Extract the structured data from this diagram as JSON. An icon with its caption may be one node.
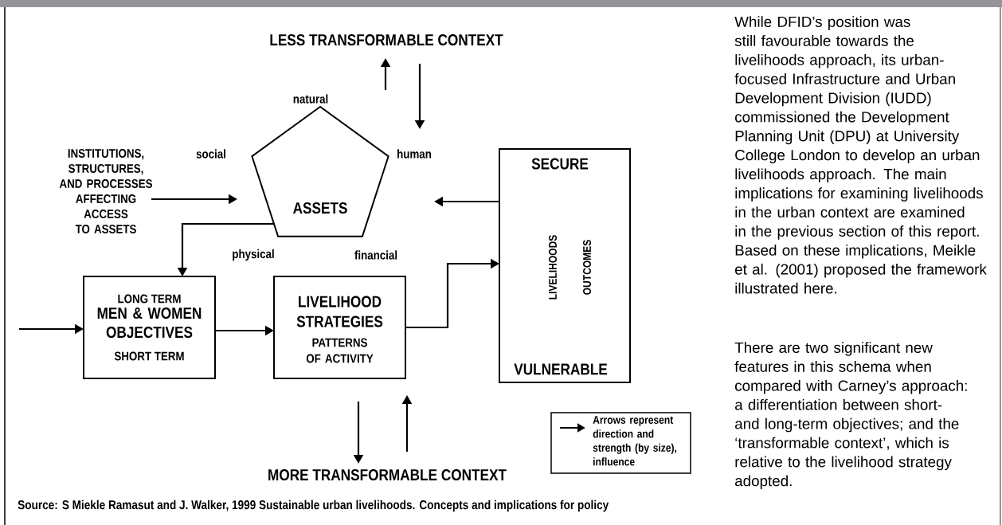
{
  "diagram": {
    "caption": "Source: S Miekle Ramasut and J. Walker, 1999 Sustainable urban livelihoods. Concepts and implications for policy",
    "nodes": [
      {
        "text": [
          "LESS TRANSFORMABLE CONTEXT"
        ]
      },
      {
        "text": [
          "ASSETS"
        ],
        "beside": [
          "natural",
          "social",
          "human",
          "physical",
          "financial"
        ]
      },
      {
        "text": [
          "INSTITUTIONS, STRUCTURES, AND PROCESSES AFFECTING ACCESS TO ASSETS"
        ]
      },
      {
        "text": [
          "LONG TERM",
          "MEN & WOMEN OBJECTIVES",
          "SHORT TERM"
        ]
      },
      {
        "text": [
          "LIVELIHOOD STRATEGIES",
          "PATTERNS OF ACTIVITY"
        ]
      },
      {
        "text": [
          "SECURE",
          "LIVELIHOODS",
          "OUTCOMES",
          "VULNERABLE"
        ]
      },
      {
        "text": [
          "MORE TRANSFORMABLE CONTEXT"
        ]
      }
    ],
    "edges": [
      {
        "from": 1,
        "to": 0,
        "arrow": "to"
      },
      {
        "from": 0,
        "to": 1,
        "arrow": "to"
      },
      {
        "from": 2,
        "to": 1,
        "arrow": "to"
      },
      {
        "from": 5,
        "to": 1,
        "arrow": "to"
      },
      {
        "from": 1,
        "to": 3,
        "arrow": "to"
      },
      {
        "from": null,
        "to": 3,
        "arrow": "to"
      },
      {
        "from": 3,
        "to": 4,
        "arrow": "to"
      },
      {
        "from": 4,
        "to": 5,
        "arrow": "to"
      },
      {
        "from": 4,
        "to": 6,
        "arrow": "to"
      },
      {
        "from": 6,
        "to": 4,
        "arrow": "to"
      }
    ],
    "labels": [
      "While DFID’s position was still favourable towards the livelihoods approach, its urban-focused Infrastructure and Urban Development Division (IUDD) commissioned the Development Planning Unit (DPU) at University College London to develop an urban livelihoods approach. The main implications for examining livelihoods in the urban context are examined in the previous section of this report. Based on these implications, Meikle et al. (2001) proposed the framework illustrated here.",
      "There are two significant new features in this schema when compared with Carney’s approach: a differentiation between short- and long-term objectives; and the ‘transformable context’, which is relative to the livelihood strategy adopted."
    ],
    "legend": [
      {
        "text": "Arrows represent direction and strength (by size), influence"
      }
    ]
  }
}
